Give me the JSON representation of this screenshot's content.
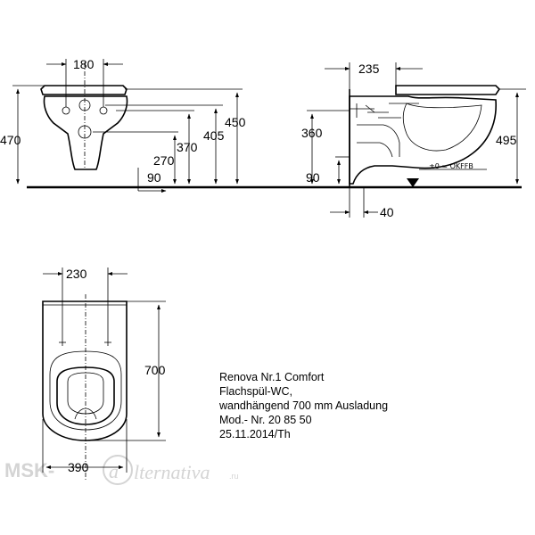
{
  "front_view": {
    "dims": [
      "180",
      "470",
      "450",
      "405",
      "370",
      "270",
      "90"
    ]
  },
  "side_view": {
    "dims": [
      "235",
      "360",
      "495",
      "90",
      "40"
    ],
    "floor_mark": "±0 = OKFFB"
  },
  "top_view": {
    "dims": [
      "230",
      "700",
      "390"
    ]
  },
  "description": {
    "lines": [
      "Renova Nr.1 Comfort",
      "Flachspül-WC,",
      "wandhängend 700 mm Ausladung",
      "Mod.- Nr. 20 85 50",
      "25.11.2014/Th"
    ]
  },
  "watermark": {
    "brand": "MSK-",
    "script": "lternativa",
    "suffix": ".ru"
  }
}
